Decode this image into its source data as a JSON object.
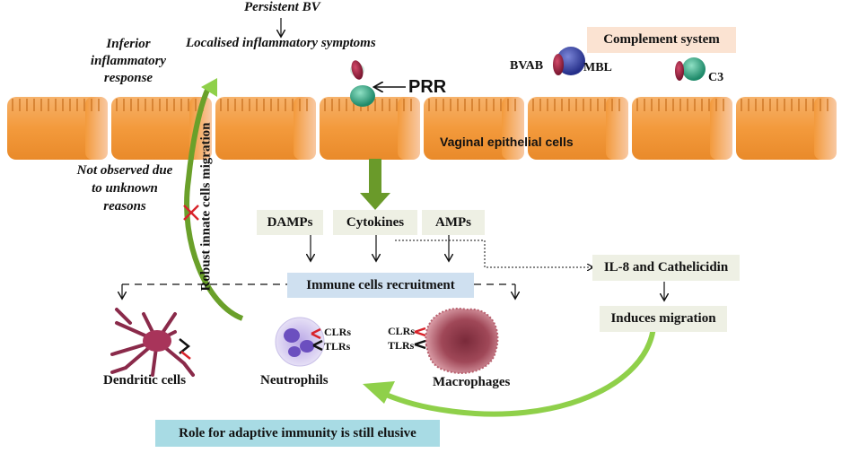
{
  "labels": {
    "persistent_bv": "Persistent BV",
    "localised_symptoms": "Localised inflammatory symptoms",
    "inferior_response": "Inferior inflammatory response",
    "not_observed": "Not observed due to unknown reasons",
    "prr": "PRR",
    "vaginal_epithelial": "Vaginal epithelial cells",
    "robust_migration": "Robust innate cells migration",
    "complement_system": "Complement system",
    "bvab": "BVAB",
    "mbl": "MBL",
    "c3": "C3",
    "damps": "DAMPs",
    "cytokines": "Cytokines",
    "amps": "AMPs",
    "immune_recruitment": "Immune cells recruitment",
    "il8": "IL-8 and Cathelicidin",
    "induces_migration": "Induces migration",
    "dendritic_cells": "Dendritic cells",
    "neutrophils": "Neutrophils",
    "macrophages": "Macrophages",
    "clrs": "CLRs",
    "tlrs": "TLRs",
    "adaptive": "Role for adaptive immunity is still elusive"
  },
  "colors": {
    "epithelium": "#f4a24a",
    "epithelium_light": "#f7c9a0",
    "green_arrow": "#6a9a2a",
    "light_green": "#8fd04a",
    "blue_box": "#cfe0f0",
    "pink_box": "#fbe3d2",
    "teal_box": "#a8dbe4",
    "pale_box": "#eef0e4",
    "red": "#d8232a"
  }
}
